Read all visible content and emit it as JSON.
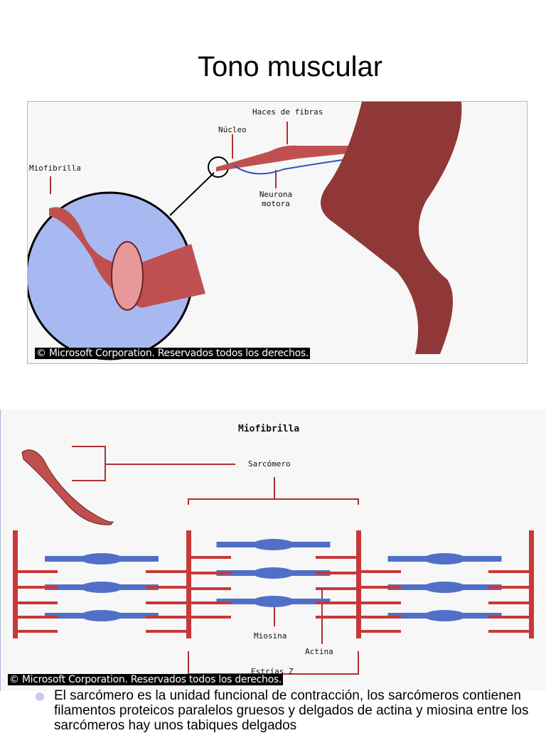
{
  "slide": {
    "title": "Tono muscular"
  },
  "figure1": {
    "labels": {
      "haces": "Haces de fibras",
      "nucleo": "Núcleo",
      "miofibrilla": "Miofibrilla",
      "neurona": "Neurona motora"
    },
    "copyright": "© Microsoft Corporation. Reservados todos los derechos."
  },
  "figure2": {
    "labels": {
      "title": "Miofibrilla",
      "sarcomero": "Sarcómero",
      "miosina": "Miosina",
      "actina": "Actina",
      "estrias": "Estrías Z"
    },
    "copyright": "© Microsoft Corporation. Reservados todos los derechos."
  },
  "bullet": {
    "text": "El sarcómero es la unidad funcional de contracción, los sarcómeros contienen filamentos proteicos paralelos gruesos y delgados de actina y miosina entre los sarcómeros hay unos tabiques delgados"
  },
  "colors": {
    "muscle": "#b84848",
    "myosin": "#5070c8",
    "actin": "#c83838",
    "circle": "#a8b8f0"
  }
}
